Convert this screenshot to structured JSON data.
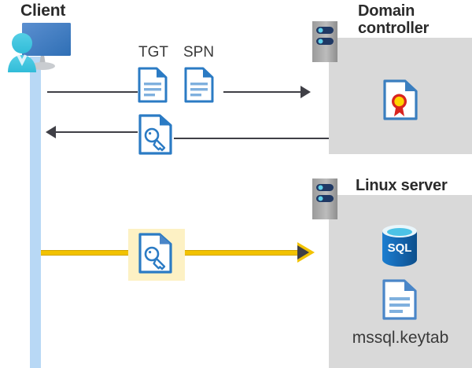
{
  "diagram": {
    "title_client": "Client",
    "title_domain_controller": "Domain controller",
    "title_linux_server": "Linux server",
    "keytab_file": "mssql.keytab",
    "labels": {
      "tgt": "TGT",
      "spn": "SPN"
    },
    "icons": {
      "client": "client-workstation-icon",
      "server_rack": "server-rack-icon",
      "document": "document-icon",
      "ticket": "ticket-key-document-icon",
      "certificate": "certificate-document-icon",
      "database": "sql-database-icon",
      "keytab": "keytab-document-icon"
    },
    "database_label": "SQL",
    "colors": {
      "panel": "#d9d9d9",
      "lifeline": "#b8d8f5",
      "arrow": "#3f3f46",
      "highlight_arrow": "#f2c200",
      "highlight_box": "#fdf1c4",
      "doc_blue": "#3a7ebf",
      "title_text": "#2b2b2b",
      "person": "#41c4e0",
      "monitor": "#4a7ebb",
      "server_body": "#a6a6a6",
      "server_bar": "#1f3864",
      "seal_red": "#d9241f",
      "seal_gold": "#ffd400",
      "sql_blue": "#0f6cbd"
    },
    "flows": [
      {
        "name": "request-tgt-spn",
        "direction": "right",
        "from": "client",
        "to": "domain-controller",
        "style": "plain"
      },
      {
        "name": "receive-ticket",
        "direction": "left",
        "from": "domain-controller",
        "to": "client",
        "style": "plain"
      },
      {
        "name": "present-ticket",
        "direction": "right",
        "from": "client",
        "to": "linux-server",
        "style": "highlighted"
      }
    ]
  }
}
